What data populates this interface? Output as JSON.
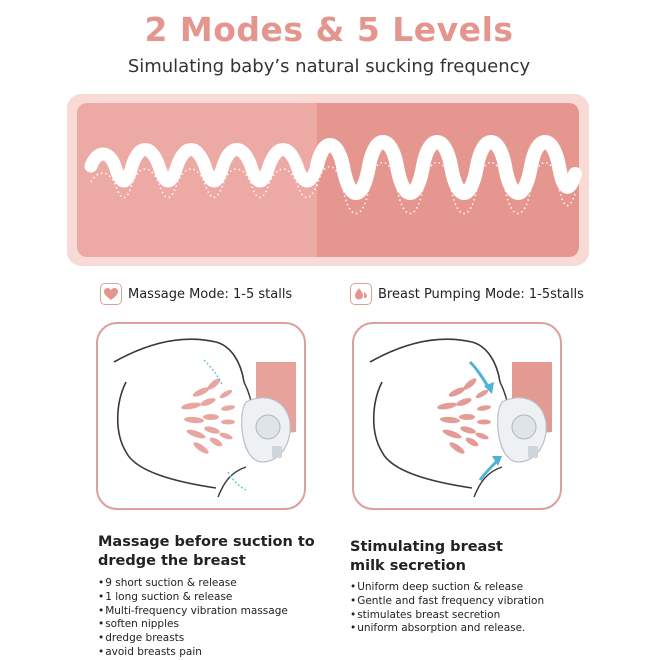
{
  "title": "2 Modes & 5 Levels",
  "subtitle": "Simulating baby’s natural sucking frequency",
  "modes": [
    {
      "icon": "heart-icon",
      "label": "Massage Mode: 1-5 stalls",
      "heading_line1": "Massage before suction to",
      "heading_line2": "dredge the breast",
      "features": [
        "9 short suction & release",
        "1 long suction & release",
        "Multi-frequency vibration massage",
        "soften nipples",
        "dredge breasts",
        "avoid breasts pain"
      ]
    },
    {
      "icon": "milk-drop-icon",
      "label": "Breast Pumping Mode: 1-5stalls",
      "heading_line1": "Stimulating breast",
      "heading_line2": "milk secretion",
      "features": [
        "Uniform deep suction & release",
        "Gentle and fast frequency vibration",
        "stimulates breast secretion",
        "uniform absorption and release."
      ]
    }
  ],
  "colors": {
    "title": "#e3958e",
    "panel_outer": "#f7d4d0",
    "panel_left": "#eba8a2",
    "panel_right": "#e4958f",
    "wave": "#ffffff",
    "illustration_border": "#d9a19a",
    "arrow": "#6fc3de"
  }
}
